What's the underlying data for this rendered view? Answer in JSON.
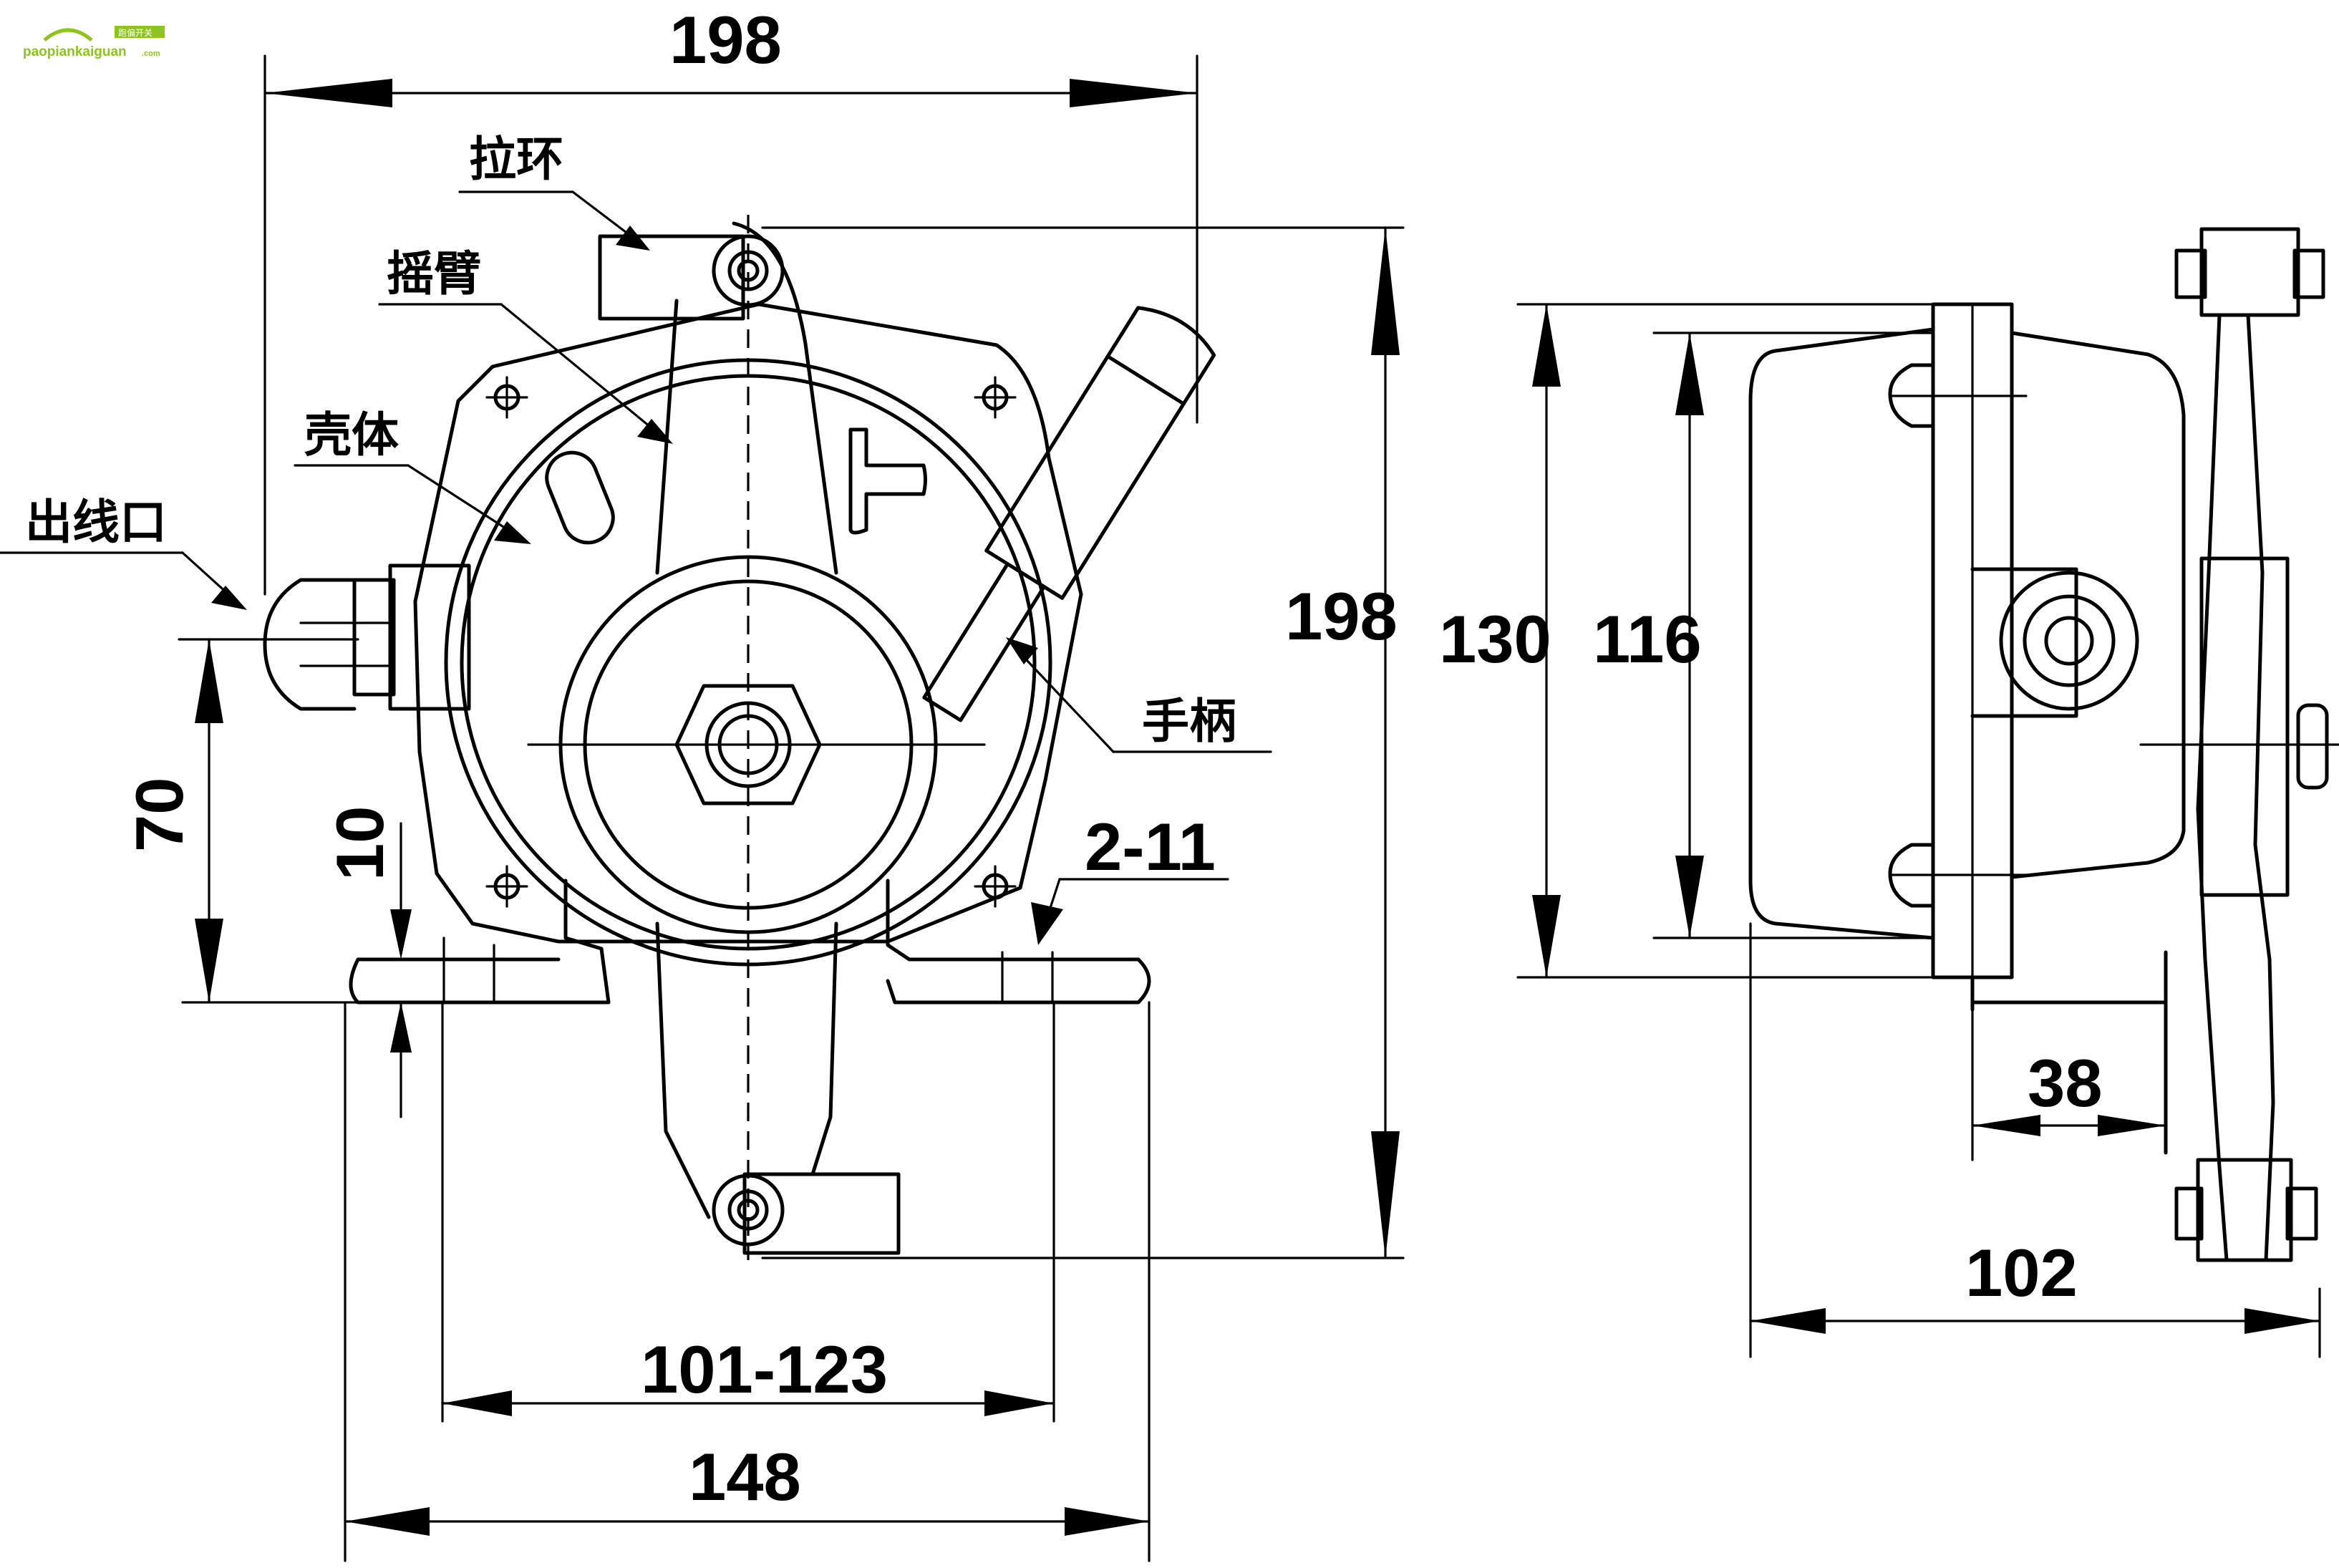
{
  "logo": {
    "site": "paopiankaiguan",
    "suffix": ".com",
    "badge": "跑偏开关",
    "brand_color": "#8fc31f"
  },
  "labels": {
    "pull_ring": "拉环",
    "rocker_arm": "摇臂",
    "housing": "壳体",
    "cable_outlet": "出线口",
    "handle": "手柄"
  },
  "dimensions": {
    "front_width": "198",
    "front_height": "198",
    "outlet_height": "70",
    "foot_thickness": "10",
    "mount_holes": "2-11",
    "hole_span": "101-123",
    "base_width": "148",
    "side_height": "130",
    "side_inner_height": "116",
    "side_offset": "38",
    "side_depth": "102"
  }
}
